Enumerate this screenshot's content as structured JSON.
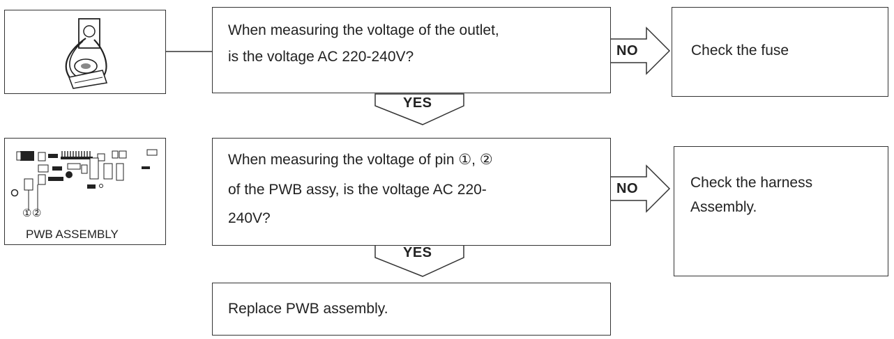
{
  "diagram": {
    "step1": {
      "question_line1": "When measuring the voltage of the outlet,",
      "question_line2": "is the voltage AC 220-240V?",
      "no_label": "NO",
      "no_result": "Check the fuse",
      "yes_label": "YES"
    },
    "step2": {
      "question_line1": "When measuring the voltage of pin ①, ②",
      "question_line2": "of the PWB assy, is the voltage AC 220-",
      "question_line3": "240V?",
      "no_label": "NO",
      "no_result_line1": "Check the harness",
      "no_result_line2": "Assembly.",
      "yes_label": "YES"
    },
    "final_action": "Replace PWB assembly.",
    "pwb_caption": "PWB ASSEMBLY",
    "pin_markers": [
      "①",
      "②"
    ]
  }
}
